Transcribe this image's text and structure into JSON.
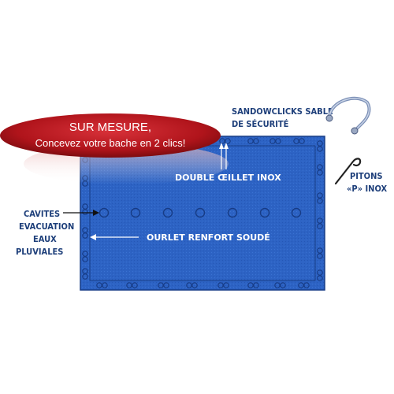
{
  "banner": {
    "line1": "SUR MESURE,",
    "line2": "Concevez votre bache en 2 clics!"
  },
  "labels": {
    "sandowclicks": [
      "SANDOWCLICKS SABLE",
      "DE SÉCURITÉ"
    ],
    "double_oeillet": "DOUBLE ŒILLET INOX",
    "pitons": [
      "PITONS",
      "«P» INOX"
    ],
    "cavites": [
      "CAVITES",
      "EVACUATION",
      "EAUX",
      "PLUVIALES"
    ],
    "ourlet": "OURLET RENFORT SOUDÉ"
  },
  "colors": {
    "cover_blue": "#2d63c4",
    "border_dark": "#173c86",
    "banner_red": "#b0141b",
    "label_navy": "#1e3f7a"
  },
  "icons": [
    "sandowclick-cord-icon",
    "piton-hook-icon"
  ]
}
